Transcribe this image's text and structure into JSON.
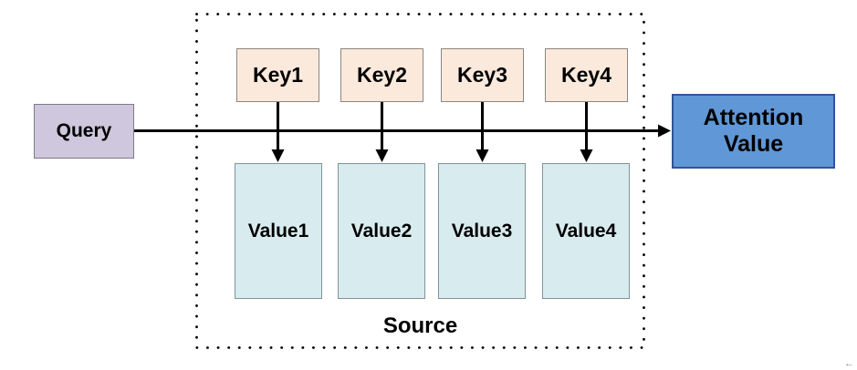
{
  "diagram": {
    "query_label": "Query",
    "keys": [
      "Key1",
      "Key2",
      "Key3",
      "Key4"
    ],
    "values": [
      "Value1",
      "Value2",
      "Value3",
      "Value4"
    ],
    "output_label": "Attention Value",
    "source_label": "Source",
    "artifact_glyph": "←"
  },
  "colors": {
    "canvas_bg": "#ffffff",
    "query_fill": "#cfc7dd",
    "query_border": "#7d7887",
    "key_fill": "#fbe9dc",
    "key_border": "#8c8680",
    "value_fill": "#d8ebee",
    "value_border": "#7e949b",
    "output_fill": "#6097d6",
    "output_border": "#2f5597",
    "arrow": "#000000",
    "dotted_border": "#000000",
    "text": "#000000",
    "artifact": "#8a8a8a"
  }
}
